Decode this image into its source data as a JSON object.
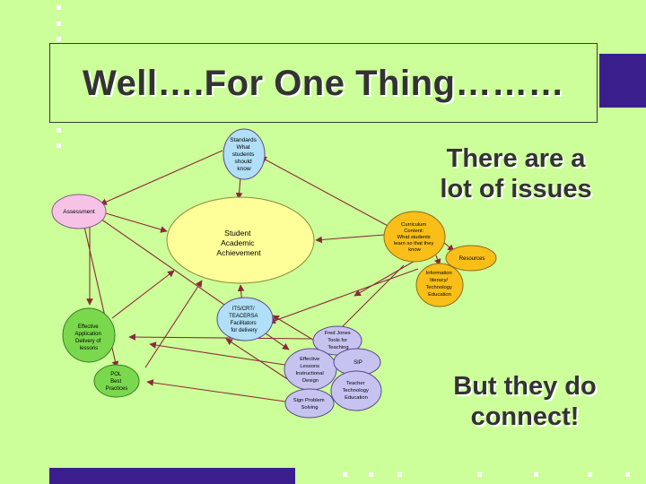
{
  "title": "Well….For One Thing………",
  "side_texts": {
    "issues": [
      "There are a",
      "lot of issues"
    ],
    "connect": [
      "But they do",
      "connect!"
    ]
  },
  "colors": {
    "background": "#ccff99",
    "accent": "#3a1f8c",
    "blue_node": "#b0dff7",
    "pink_node": "#f6c3e6",
    "yellow_node": "#ffff99",
    "orange_node": "#f9bf18",
    "green_node": "#7ad84c",
    "lavender_node": "#c7c3f1",
    "arrow": "#8b2a3a"
  },
  "diagram": {
    "nodes": {
      "standards": [
        "Standards",
        "What",
        "students",
        "should",
        "know"
      ],
      "assessment": [
        "Assessment"
      ],
      "student_achievement": [
        "Student",
        "Academic",
        "Achievement"
      ],
      "curriculum": [
        "Curriculum",
        "Content:",
        "What students",
        "learn so that they",
        "know"
      ],
      "resources": [
        "Resources"
      ],
      "information_literacy": [
        "Information",
        "literacy/",
        "Technology",
        "Education"
      ],
      "its": [
        "ITS/CRT/",
        "TEACERSA",
        "Facilitators",
        "for delivery"
      ],
      "effective_application": [
        "Effective",
        "Application",
        "Delivery of",
        "lessons"
      ],
      "pol": [
        "POL",
        "Best",
        "Practices"
      ],
      "fred_jones": [
        "Fred Jones",
        "Tools for",
        "Teaching"
      ],
      "instructional_design": [
        "Effective",
        "Lessons",
        "Instructional",
        "Design"
      ],
      "sip": [
        "SIP"
      ],
      "teacher_tech": [
        "Teacher",
        "Technology",
        "Education"
      ],
      "problem_solving": [
        "Sign Problem",
        "Solving"
      ]
    }
  }
}
